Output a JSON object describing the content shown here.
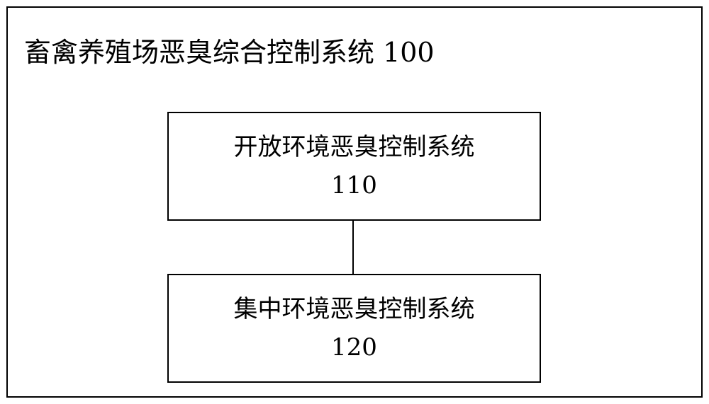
{
  "diagram": {
    "title": "畜禽养殖场恶臭综合控制系统 100",
    "boxes": [
      {
        "name": "开放环境恶臭控制系统",
        "number": "110"
      },
      {
        "name": "集中环境恶臭控制系统",
        "number": "120"
      }
    ],
    "line_color": "#000000"
  }
}
